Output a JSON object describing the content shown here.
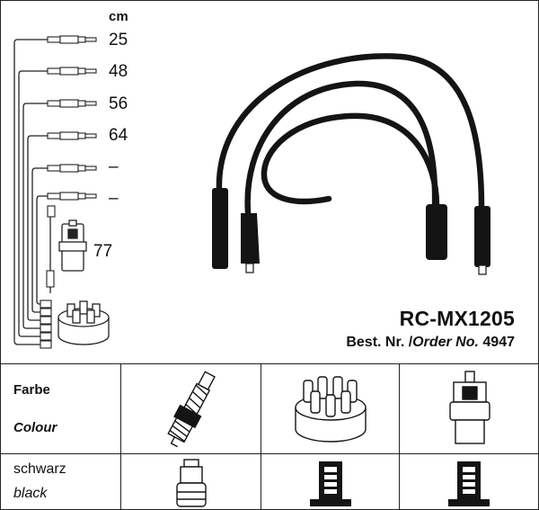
{
  "header": {
    "unit": "cm"
  },
  "lengths": [
    "25",
    "48",
    "56",
    "64",
    "–",
    "–"
  ],
  "coil_length": "77",
  "product": {
    "model": "RC-MX1205",
    "order_prefix": "Best. Nr. /",
    "order_label": "Order No.",
    "order_number": "4947"
  },
  "table": {
    "farbe": "Farbe",
    "colour": "Colour",
    "color_de": "schwarz",
    "color_en": "black"
  }
}
